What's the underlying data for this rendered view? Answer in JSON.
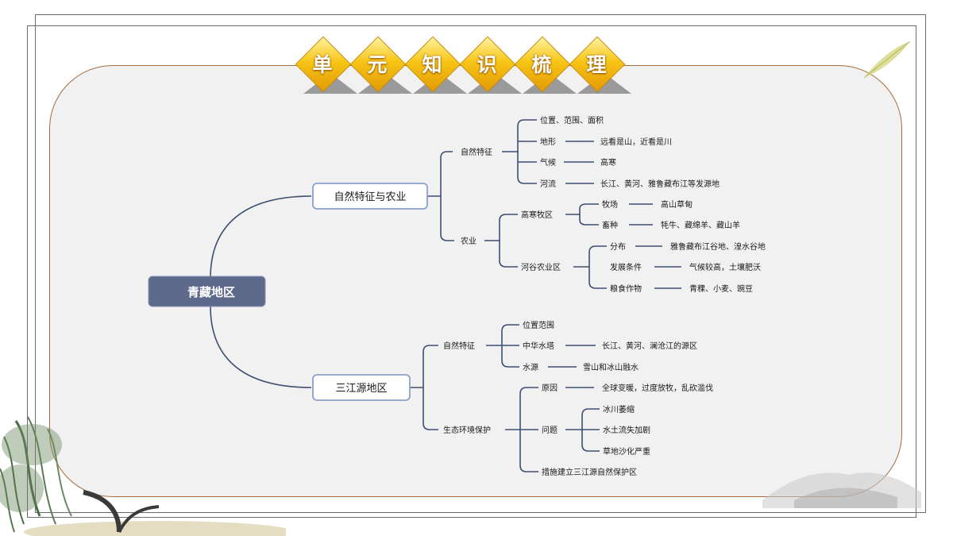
{
  "banner": {
    "chars": [
      "单",
      "元",
      "知",
      "识",
      "梳",
      "理"
    ]
  },
  "root": "青藏地区",
  "branch1": {
    "label": "自然特征与农业",
    "nature": {
      "label": "自然特征",
      "items": [
        {
          "label": "位置、范围、面积",
          "detail": ""
        },
        {
          "label": "地形",
          "detail": "远看是山，近看是川"
        },
        {
          "label": "气候",
          "detail": "高寒"
        },
        {
          "label": "河流",
          "detail": "长江、黄河、雅鲁藏布江等发源地"
        }
      ]
    },
    "agri": {
      "label": "农业",
      "pasture": {
        "label": "高寒牧区",
        "items": [
          {
            "label": "牧场",
            "detail": "高山草甸"
          },
          {
            "label": "畜种",
            "detail": "牦牛、藏绵羊、藏山羊"
          }
        ]
      },
      "valley": {
        "label": "河谷农业区",
        "items": [
          {
            "label": "分布",
            "detail": "雅鲁藏布江谷地、湟水谷地"
          },
          {
            "label": "发展条件",
            "detail": "气候较高，土壤肥沃"
          },
          {
            "label": "粮食作物",
            "detail": "青稞、小麦、豌豆"
          }
        ]
      }
    }
  },
  "branch2": {
    "label": "三江源地区",
    "nature": {
      "label": "自然特征",
      "items": [
        {
          "label": "位置范围",
          "detail": ""
        },
        {
          "label": "中华水塔",
          "detail": "长江、黄河、澜沧江的源区"
        },
        {
          "label": "水源",
          "detail": "雪山和冰山融水"
        }
      ]
    },
    "eco": {
      "label": "生态环境保护",
      "cause": {
        "label": "原因",
        "detail": "全球变暖，过度放牧，乱砍滥伐"
      },
      "problem": {
        "label": "问题",
        "items": [
          "冰川萎缩",
          "水土流失加剧",
          "草地沙化严重"
        ]
      },
      "measure": "措施建立三江源自然保护区"
    }
  },
  "colors": {
    "line": "#3e4d72",
    "root_fill": "#5e6a8c",
    "box_border": "#8aa0cc",
    "panel_border": "#a86a3c",
    "gold": "#f7c515"
  }
}
